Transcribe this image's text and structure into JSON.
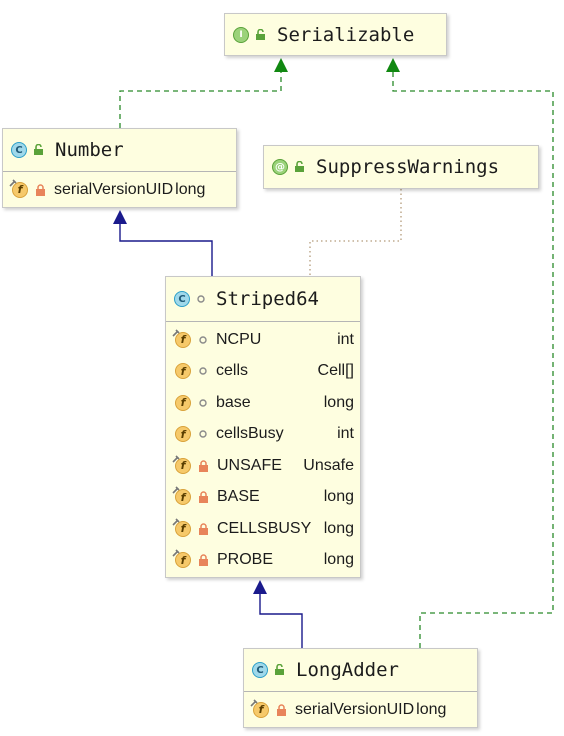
{
  "serializable": {
    "name": "Serializable",
    "kind": "interface",
    "kind_letter": "I"
  },
  "number": {
    "name": "Number",
    "kind": "class",
    "kind_letter": "C",
    "fields": [
      {
        "name": "serialVersionUID",
        "type": "long",
        "visibility": "private",
        "static": true
      }
    ]
  },
  "suppress": {
    "name": "SuppressWarnings",
    "kind": "annotation",
    "kind_letter": "@"
  },
  "striped": {
    "name": "Striped64",
    "kind": "class",
    "kind_letter": "C",
    "fields": [
      {
        "name": "NCPU",
        "type": "int",
        "visibility": "package",
        "static": true
      },
      {
        "name": "cells",
        "type": "Cell[]",
        "visibility": "package",
        "static": false
      },
      {
        "name": "base",
        "type": "long",
        "visibility": "package",
        "static": false
      },
      {
        "name": "cellsBusy",
        "type": "int",
        "visibility": "package",
        "static": false
      },
      {
        "name": "UNSAFE",
        "type": "Unsafe",
        "visibility": "private",
        "static": true
      },
      {
        "name": "BASE",
        "type": "long",
        "visibility": "private",
        "static": true
      },
      {
        "name": "CELLSBUSY",
        "type": "long",
        "visibility": "private",
        "static": true
      },
      {
        "name": "PROBE",
        "type": "long",
        "visibility": "private",
        "static": true
      }
    ]
  },
  "longadder": {
    "name": "LongAdder",
    "kind": "class",
    "kind_letter": "C",
    "fields": [
      {
        "name": "serialVersionUID",
        "type": "long",
        "visibility": "private",
        "static": true
      }
    ]
  },
  "colors": {
    "box_fill": "#fefee0",
    "extends_line": "#1a1a8c",
    "implements_line": "#2a8a2a",
    "annotation_line": "#b39b7a"
  }
}
